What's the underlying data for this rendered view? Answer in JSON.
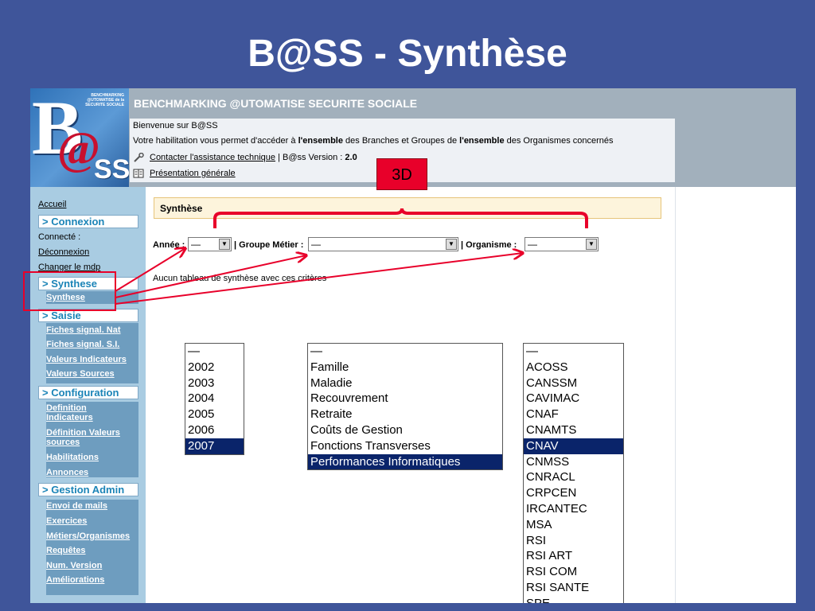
{
  "slide": {
    "title": "B@SS - Synthèse"
  },
  "header": {
    "logo_b": "B",
    "logo_at": "@",
    "logo_ss": "SS",
    "logo_small": "BENCHMARKING @UTOMATISE de la SECURITE SOCIALE",
    "app_name": "BENCHMARKING @UTOMATISE SECURITE SOCIALE",
    "welcome": "Bienvenue sur B@SS",
    "habilitation_1": "Votre habilitation vous permet d'accéder à ",
    "habilitation_bold_1": "l'ensemble",
    "habilitation_2": " des Branches et Groupes de ",
    "habilitation_bold_2": "l'ensemble",
    "habilitation_3": " des Organismes concernés",
    "contact_link": "Contacter l'assistance technique",
    "version_text": " | B@ss Version : ",
    "version_value": "2.0",
    "presentation_link": "Présentation générale"
  },
  "sidebar": {
    "accueil": "Accueil",
    "connexion": "> Connexion",
    "connecte": "Connecté :",
    "deconnexion": "Déconnexion",
    "changer_mdp": "Changer le mdp",
    "synthese_section": "> Synthese",
    "synthese_items": [
      "Synthese"
    ],
    "saisie_section": "> Saisie",
    "saisie_items": [
      "Fiches signal. Nat",
      "Fiches signal. S.I.",
      "Valeurs Indicateurs",
      "Valeurs Sources"
    ],
    "config_section": "> Configuration",
    "config_items": [
      "Definition Indicateurs",
      "Définition Valeurs sources",
      "Habilitations",
      "Annonces"
    ],
    "admin_section": "> Gestion Admin",
    "admin_items": [
      "Envoi de mails",
      "Exercices",
      "Métiers/Organismes",
      "Requêtes",
      "Num. Version",
      "Améliorations"
    ]
  },
  "content": {
    "box_title": "Synthèse",
    "annee_label": "Année :",
    "groupe_label": "| Groupe Métier :",
    "organisme_label": "| Organisme :",
    "select_default": "—",
    "no_data": "Aucun tableau de synthèse avec ces critères",
    "annee_options": [
      "—",
      "2002",
      "2003",
      "2004",
      "2005",
      "2006",
      "2007"
    ],
    "annee_selected": "2007",
    "groupe_options": [
      "—",
      "Famille",
      "Maladie",
      "Recouvrement",
      "Retraite",
      "Coûts de Gestion",
      "Fonctions Transverses",
      "Performances Informatiques"
    ],
    "groupe_selected": "Performances Informatiques",
    "organisme_options": [
      "—",
      "ACOSS",
      "CANSSM",
      "CAVIMAC",
      "CNAF",
      "CNAMTS",
      "CNAV",
      "CNMSS",
      "CNRACL",
      "CRPCEN",
      "IRCANTEC",
      "MSA",
      "RSI",
      "RSI ART",
      "RSI COM",
      "RSI SANTE",
      "SPE"
    ],
    "organisme_selected": "CNAV"
  },
  "annotation": {
    "callout": "3D",
    "color": "#e8002a"
  }
}
